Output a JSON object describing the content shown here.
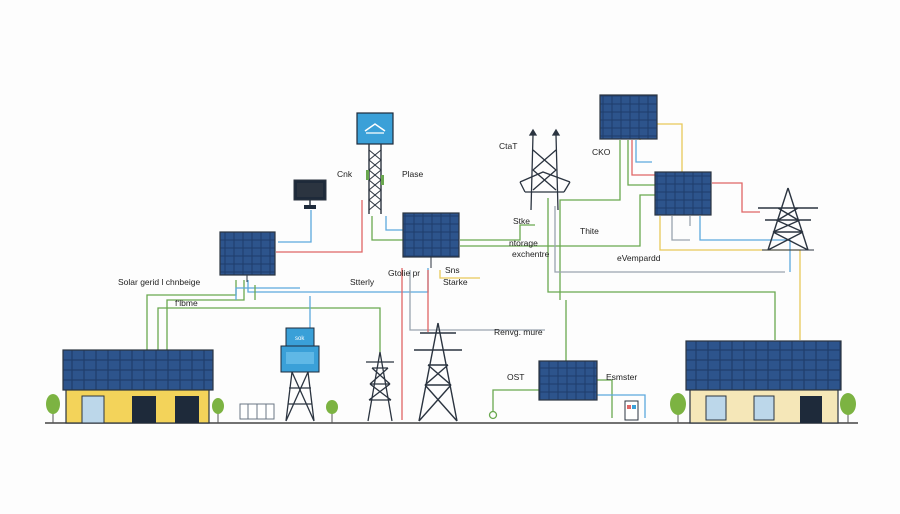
{
  "colors": {
    "wire_green": "#6aa84f",
    "wire_red": "#e06666",
    "wire_blue": "#5da9dd",
    "wire_yellow": "#e8c95a",
    "wire_gray": "#9aa4ae",
    "panel_dark": "#1f3d6b",
    "tower": "#2b3440",
    "house_left_wall": "#f3d35a",
    "house_right_wall": "#f5e7b8",
    "tree": "#7cb342"
  },
  "labels": {
    "cnk": "Cnk",
    "plase": "Plase",
    "ctat": "CtaT",
    "cko": "CKO",
    "stke": "Stke",
    "thite": "Thite",
    "ntorage": "ntorage",
    "exchentre": "exchentre",
    "evempardd": "eVempardd",
    "solar_grid": "Solar gerid l chnbeige",
    "f_lbme": "fʻlbme",
    "stterly": "Stterly",
    "gtolie": "Gtolie pr",
    "sns": "Sns",
    "starke": "Starke",
    "renvg": "Renvg. mure",
    "ost": "OST",
    "esmster": "Esmster",
    "sok": "sok"
  },
  "icons": {
    "station_roof": "house-roof-icon",
    "monitor": "monitor-icon"
  }
}
